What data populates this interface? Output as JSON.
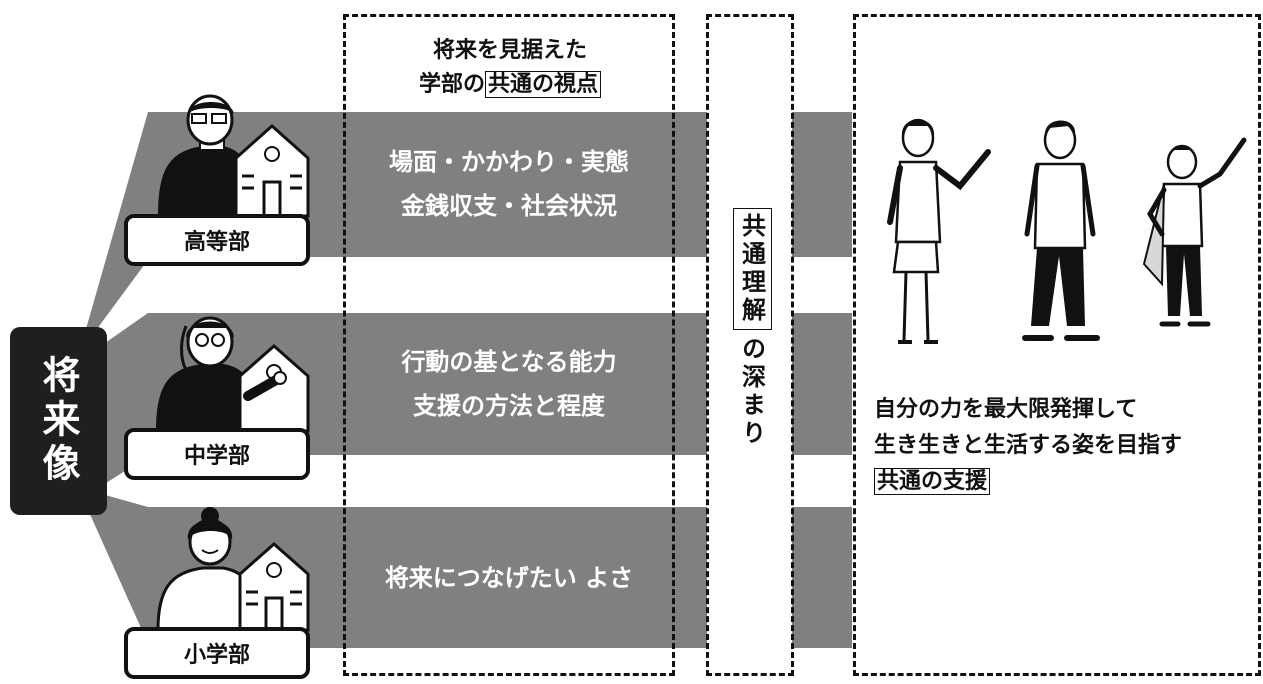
{
  "center_label": "将来像",
  "columns": {
    "common_view_title_line1": "将来を見据えた",
    "common_view_title_line2_prefix": "学部の",
    "common_view_title_line2_boxed": "共通の視点",
    "understanding_boxed": "共通理解",
    "understanding_rest": "の深まり"
  },
  "bands": [
    {
      "division": "高等部",
      "line1": "場面・かかわり・実態",
      "line2": "金銭収支・社会状況"
    },
    {
      "division": "中学部",
      "line1": "行動の基となる能力",
      "line2": "支援の方法と程度"
    },
    {
      "division": "小学部",
      "line1": "将来につなげたい よさ",
      "line2": ""
    }
  ],
  "goal": {
    "line1": "自分の力を最大限発揮して",
    "line2": "生き生きと生活する姿を目指す",
    "line3_boxed": "共通の支援"
  },
  "colors": {
    "band": "#808080",
    "center": "#1f1f1f",
    "ink": "#111111"
  }
}
